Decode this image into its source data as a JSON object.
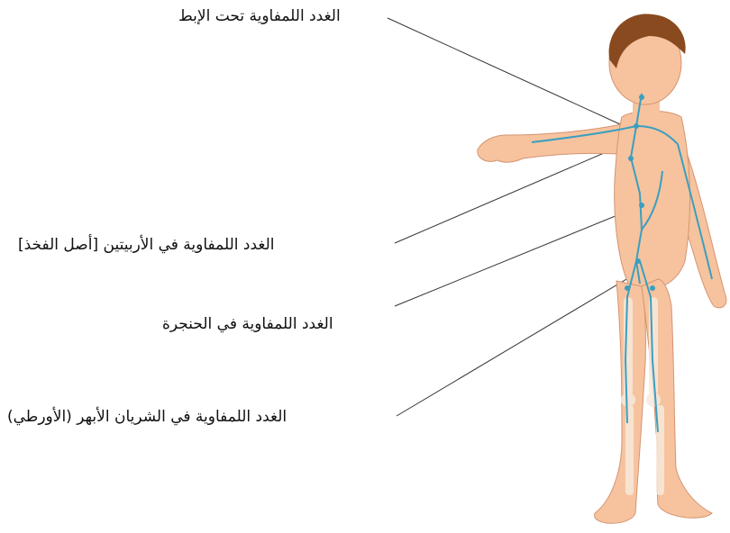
{
  "labels": [
    "الغدد اللمفاوية تحت الإبط",
    "الغدد اللمفاوية في الأربيتين [أصل الفخذ]",
    "الغدد اللمفاوية في الحنجرة",
    "الغدد اللمفاوية في الشريان الأبهر (الأورطي)"
  ],
  "colors": {
    "skin": "#f6c39e",
    "skin_shadow": "#e9a57e",
    "hair": "#8a4a1f",
    "lymph": "#3a9fc0",
    "bone": "#f7e9dc"
  }
}
